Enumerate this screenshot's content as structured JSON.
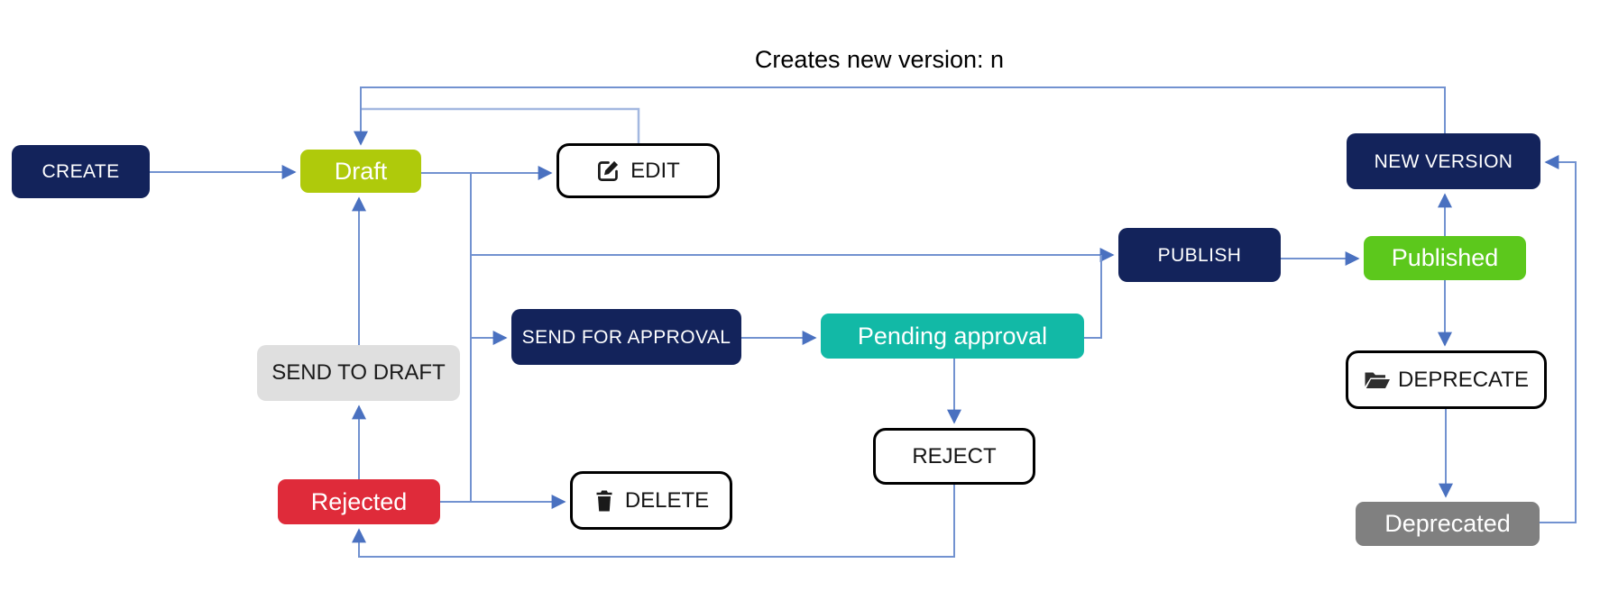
{
  "diagram": {
    "title_annotation": "Creates new version: n",
    "palette": {
      "action_navy": "#13235b",
      "draft_lime": "#afca0b",
      "published_green": "#5cc81c",
      "pending_teal": "#12b9a6",
      "rejected_red": "#df2b3a",
      "deprecated_gray": "#808080",
      "send_to_draft_light_gray": "#dfdfdf",
      "outline_box_border": "#000000",
      "connector_blue": "#7292d0",
      "arrowhead_blue": "#4a71c0"
    },
    "nodes": {
      "create": {
        "label": "CREATE",
        "kind": "action"
      },
      "draft": {
        "label": "Draft",
        "kind": "state"
      },
      "edit": {
        "label": "EDIT",
        "kind": "outline",
        "icon": "pen-square-icon"
      },
      "publish": {
        "label": "PUBLISH",
        "kind": "action"
      },
      "published": {
        "label": "Published",
        "kind": "state"
      },
      "new_version": {
        "label": "NEW VERSION",
        "kind": "action"
      },
      "send_for_approval": {
        "label": "SEND FOR APPROVAL",
        "kind": "action"
      },
      "pending_approval": {
        "label": "Pending approval",
        "kind": "state"
      },
      "send_to_draft": {
        "label": "SEND TO DRAFT",
        "kind": "neutral"
      },
      "reject": {
        "label": "REJECT",
        "kind": "outline"
      },
      "rejected": {
        "label": "Rejected",
        "kind": "state"
      },
      "delete": {
        "label": "DELETE",
        "kind": "outline",
        "icon": "trash-icon"
      },
      "deprecate": {
        "label": "DEPRECATE",
        "kind": "outline",
        "icon": "folder-open-icon"
      },
      "deprecated": {
        "label": "Deprecated",
        "kind": "state"
      }
    },
    "edges": [
      {
        "from": "create",
        "to": "draft"
      },
      {
        "from": "draft",
        "to": "edit"
      },
      {
        "from": "edit",
        "to": "draft"
      },
      {
        "from": "draft",
        "to": "publish"
      },
      {
        "from": "draft",
        "to": "send_for_approval"
      },
      {
        "from": "draft",
        "to": "delete"
      },
      {
        "from": "send_for_approval",
        "to": "pending_approval"
      },
      {
        "from": "pending_approval",
        "to": "publish"
      },
      {
        "from": "pending_approval",
        "to": "reject"
      },
      {
        "from": "reject",
        "to": "rejected"
      },
      {
        "from": "rejected",
        "to": "send_to_draft"
      },
      {
        "from": "rejected",
        "to": "delete"
      },
      {
        "from": "send_to_draft",
        "to": "draft"
      },
      {
        "from": "publish",
        "to": "published"
      },
      {
        "from": "published",
        "to": "new_version"
      },
      {
        "from": "published",
        "to": "deprecate"
      },
      {
        "from": "deprecate",
        "to": "deprecated"
      },
      {
        "from": "deprecated",
        "to": "new_version"
      },
      {
        "from": "new_version",
        "to": "draft",
        "label": "Creates new version: n"
      }
    ]
  }
}
